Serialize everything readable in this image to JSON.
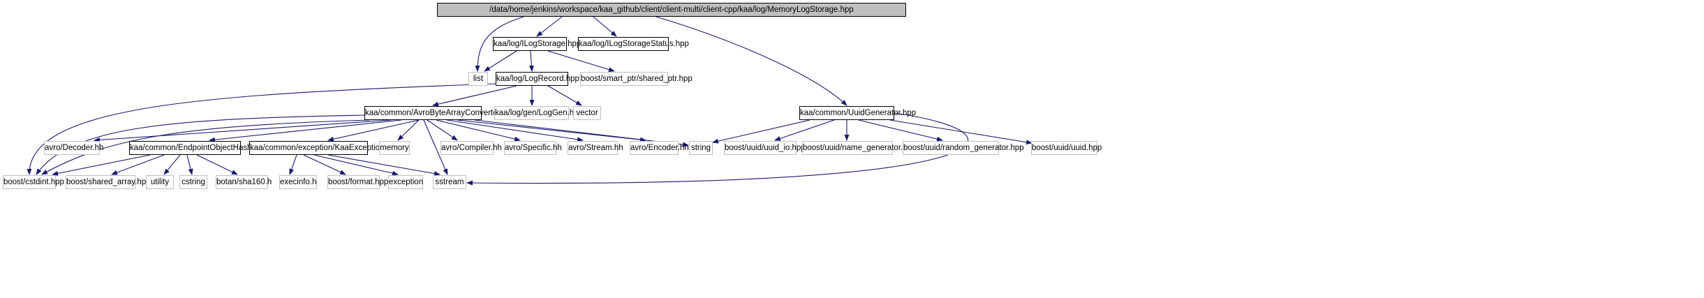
{
  "nodes": {
    "root": "/data/home/jenkins/workspace/kaa_github/client/client-multi/client-cpp/kaa/log/MemoryLogStorage.hpp",
    "ilogstorage": "kaa/log/ILogStorage.hpp",
    "ilogstoragestatus": "kaa/log/ILogStorageStatus.hpp",
    "list": "list",
    "logrecord": "kaa/log/LogRecord.hpp",
    "shared_ptr": "boost/smart_ptr/shared_ptr.hpp",
    "avrobyte": "kaa/common/AvroByteArrayConverter.hpp",
    "loggen": "kaa/log/gen/LogGen.hpp",
    "vector": "vector",
    "uuidgen": "kaa/common/UuidGenerator.hpp",
    "decoder": "avro/Decoder.hh",
    "endpointhash": "kaa/common/EndpointObjectHash.hpp",
    "kaaexception": "kaa/common/exception/KaaException.hpp",
    "memory": "memory",
    "compiler": "avro/Compiler.hh",
    "specific": "avro/Specific.hh",
    "stream": "avro/Stream.hh",
    "encoder": "avro/Encoder.hh",
    "string": "string",
    "uuid_io": "boost/uuid/uuid_io.hpp",
    "name_gen": "boost/uuid/name_generator.hpp",
    "random_gen": "boost/uuid/random_generator.hpp",
    "uuid": "boost/uuid/uuid.hpp",
    "cstdint": "boost/cstdint.hpp",
    "shared_array": "boost/shared_array.hpp",
    "utility": "utility",
    "cstring": "cstring",
    "sha160": "botan/sha160.h",
    "execinfo": "execinfo.h",
    "format": "boost/format.hpp",
    "exception": "exception",
    "sstream": "sstream"
  },
  "colors": {
    "edge": "#191970",
    "external_border": "#bfbfbf",
    "root_fill": "#bfbfbf"
  }
}
